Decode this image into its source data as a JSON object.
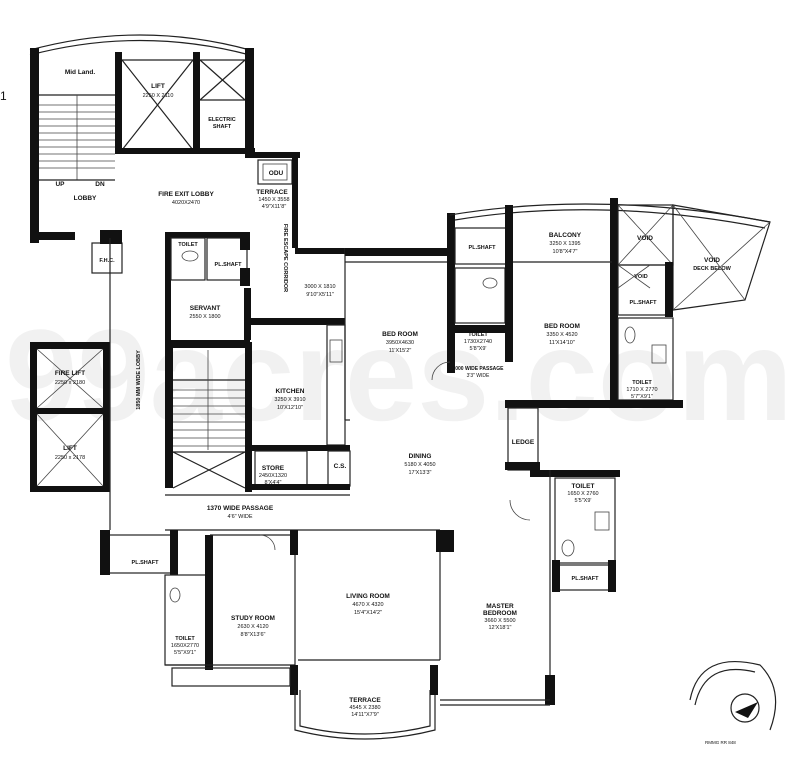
{
  "page_marker": "1",
  "watermark": "99acres.com",
  "compass_caption": "RMMG RR 848",
  "rooms": {
    "mid_landing": {
      "label": "Mid Land."
    },
    "lift_top": {
      "label": "LIFT",
      "dim1": "2250 X 2110"
    },
    "electric_shaft": {
      "label": "ELECTRIC",
      "label2": "SHAFT"
    },
    "odu": {
      "label": "ODU"
    },
    "up": {
      "label": "UP"
    },
    "dn": {
      "label": "DN"
    },
    "lobby": {
      "label": "LOBBY"
    },
    "fire_exit_lobby": {
      "label": "FIRE EXIT LOBBY",
      "dim1": "4020X2470"
    },
    "terrace_top": {
      "label": "TERRACE",
      "dim1": "1450 X 3558",
      "dim2": "4'9\"X11'8\""
    },
    "fire_escape_corridor": {
      "label": "FIRE ESCAPE CORRIDOR"
    },
    "fhc": {
      "label": "F.H.C."
    },
    "toilet_servant": {
      "label": "TOILET"
    },
    "plshaft_servant": {
      "label": "PL.SHAFT"
    },
    "servant": {
      "label": "SERVANT",
      "dim1": "2550 X 1800"
    },
    "corridor_dim": {
      "dim1": "3000 X 1810",
      "dim2": "9'10\"X5'11\""
    },
    "bed_room_1": {
      "label": "BED ROOM",
      "dim1": "3950X4630",
      "dim2": "11'X15'2\""
    },
    "plshaft_bed": {
      "label": "PL.SHAFT"
    },
    "toilet_bed1": {
      "label": "TOILET",
      "dim1": "1730X2740",
      "dim2": "5'8\"X9'"
    },
    "balcony": {
      "label": "BALCONY",
      "dim1": "3250 X 1395",
      "dim2": "10'8\"X4'7\""
    },
    "void_1": {
      "label": "VOID"
    },
    "void_2": {
      "label": "VOID"
    },
    "void_deck": {
      "label": "VOID",
      "label2": "DECK BELOW"
    },
    "bed_room_2": {
      "label": "BED ROOM",
      "dim1": "3350 X 4520",
      "dim2": "11'X14'10\""
    },
    "plshaft_bed2": {
      "label": "PL.SHAFT"
    },
    "toilet_bed2": {
      "label": "TOILET",
      "dim1": "1710 X 2770",
      "dim2": "5'7\"X9'1\""
    },
    "passage_1000": {
      "label": "1000 WIDE PASSAGE",
      "dim1": "3'3\" WIDE"
    },
    "fire_lift": {
      "label": "FIRE LIFT",
      "dim1": "2250 x 2180"
    },
    "lift_mid": {
      "label": "LIFT",
      "dim1": "2250 x 2178"
    },
    "wide_lobby": {
      "label": "1850 MM WIDE LOBBY"
    },
    "kitchen": {
      "label": "KITCHEN",
      "dim1": "3250 X 3910",
      "dim2": "10'X12'10\""
    },
    "store": {
      "label": "STORE",
      "dim1": "2450X1320",
      "dim2": "8'X4'4\""
    },
    "cs": {
      "label": "C.S."
    },
    "dining": {
      "label": "DINING",
      "dim1": "5180 X 4050",
      "dim2": "17'X13'3\""
    },
    "ledge": {
      "label": "LEDGE"
    },
    "toilet_master": {
      "label": "TOILET",
      "dim1": "1650 X 2760",
      "dim2": "5'5\"X9'"
    },
    "plshaft_master": {
      "label": "PL.SHAFT"
    },
    "passage_1370": {
      "label": "1370 WIDE PASSAGE",
      "dim1": "4'6\" WIDE"
    },
    "plshaft_left": {
      "label": "PL.SHAFT"
    },
    "study_room": {
      "label": "STUDY ROOM",
      "dim1": "2630 X 4120",
      "dim2": "8'8\"X13'6\""
    },
    "toilet_study": {
      "label": "TOILET",
      "dim1": "1650X2770",
      "dim2": "5'5\"X9'1\""
    },
    "living_room": {
      "label": "LIVING ROOM",
      "dim1": "4670 X 4320",
      "dim2": "15'4\"X14'2\""
    },
    "master_bedroom": {
      "label": "MASTER",
      "label2": "BEDROOM",
      "dim1": "3660 X 5500",
      "dim2": "12'X18'1\""
    },
    "terrace_bottom": {
      "label": "TERRACE",
      "dim1": "4545 X 2380",
      "dim2": "14'11\"X7'9\""
    }
  }
}
